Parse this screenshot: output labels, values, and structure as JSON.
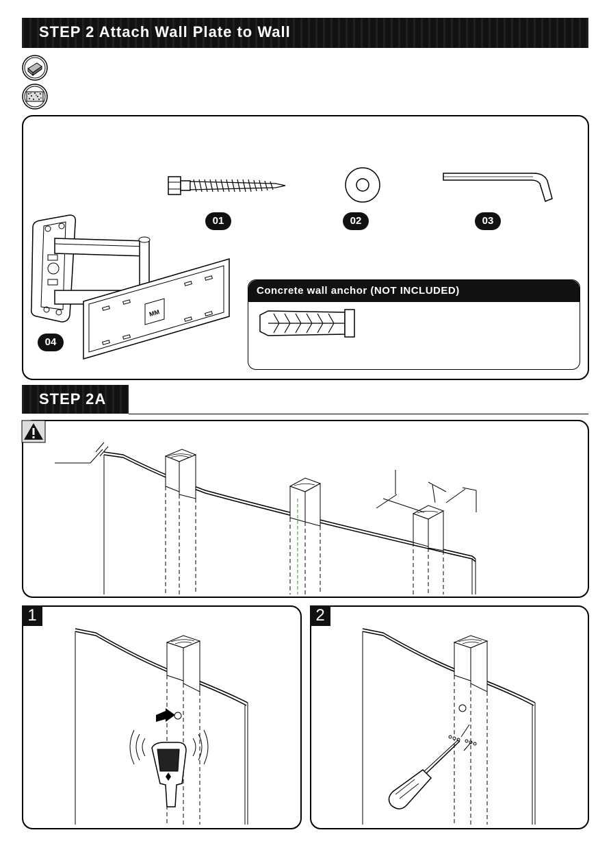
{
  "step2": {
    "title": "STEP 2 Attach Wall Plate to Wall"
  },
  "wall_types": [
    {
      "icon": "wood-stud-icon"
    },
    {
      "icon": "concrete-wall-icon"
    }
  ],
  "parts": [
    {
      "badge": "01",
      "icon": "lag-bolt-icon"
    },
    {
      "badge": "02",
      "icon": "washer-icon"
    },
    {
      "badge": "03",
      "icon": "allen-key-icon"
    },
    {
      "badge": "04",
      "icon": "wall-mount-icon"
    }
  ],
  "anchor": {
    "title": "Concrete wall anchor (NOT INCLUDED)",
    "icon": "wall-anchor-icon"
  },
  "step2a": {
    "title": "STEP 2A",
    "warning_icon": "warning-icon"
  },
  "substeps": [
    {
      "number": "1",
      "icon": "stud-finder-icon"
    },
    {
      "number": "2",
      "icon": "awl-icon"
    }
  ]
}
